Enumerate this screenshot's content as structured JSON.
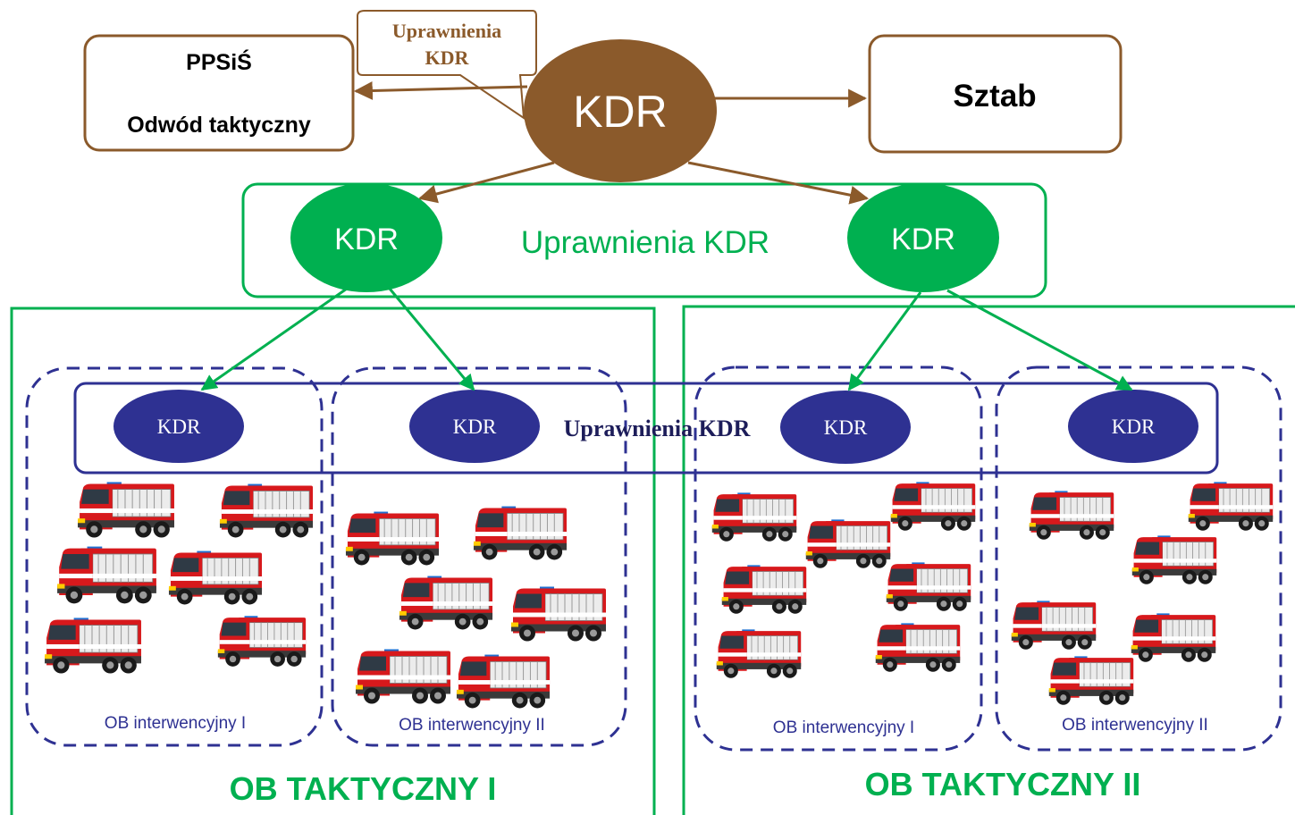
{
  "top": {
    "kdr_label": "KDR",
    "callout": {
      "line1": "Uprawnienia",
      "line2": "KDR"
    },
    "left_box": {
      "line1": "PPSiŚ",
      "line2": "Odwód taktyczny"
    },
    "right_box": {
      "label": "Sztab"
    }
  },
  "middle": {
    "left_kdr": "KDR",
    "right_kdr": "KDR",
    "label": "Uprawnienia KDR"
  },
  "lower": {
    "band_label": "Uprawnienia KDR",
    "kdr_labels": [
      "KDR",
      "KDR",
      "KDR",
      "KDR"
    ],
    "groups": [
      {
        "label": "OB interwencyjny I",
        "trucks": 6
      },
      {
        "label": "OB interwencyjny II",
        "trucks": 6
      },
      {
        "label": "OB interwencyjny I",
        "trucks": 7
      },
      {
        "label": "OB interwencyjny II",
        "trucks": 6
      }
    ],
    "tactical": [
      "OB TAKTYCZNY I",
      "OB TAKTYCZNY II"
    ]
  },
  "colors": {
    "brown": "#8B5A2B",
    "green": "#00B050",
    "navy": "#2E3192",
    "truck_red": "#D7191C"
  },
  "icons": {
    "vehicle": "fire-truck-icon"
  }
}
